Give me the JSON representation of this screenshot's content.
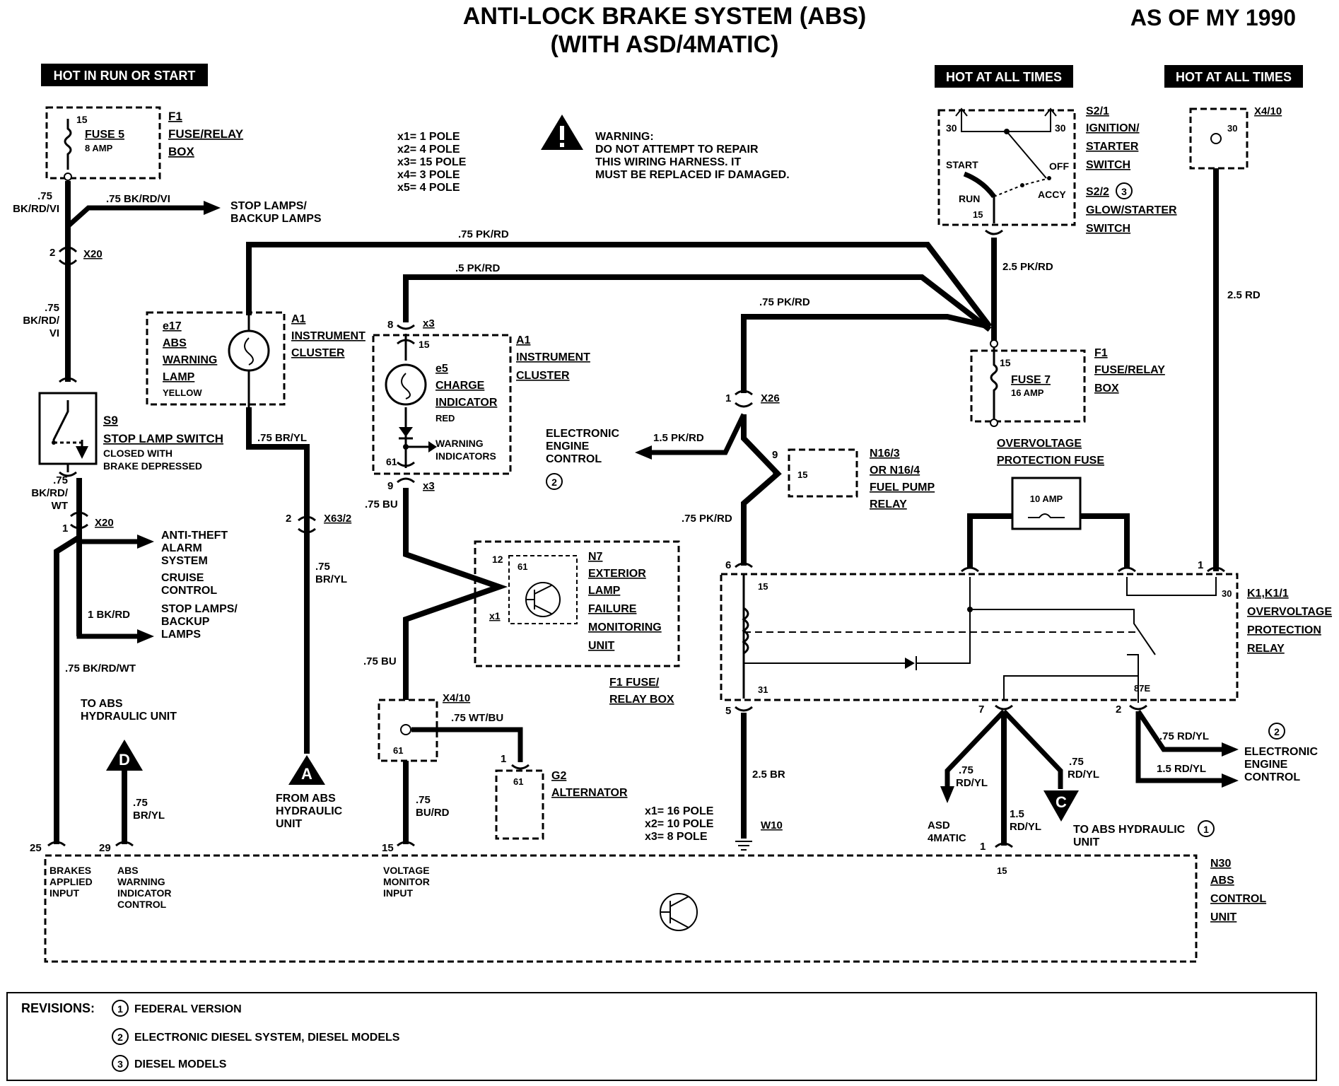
{
  "title": {
    "line1": "ANTI-LOCK BRAKE SYSTEM (ABS)",
    "line2": "(WITH ASD/4MATIC)",
    "as_of": "AS OF MY 1990"
  },
  "power_labels": {
    "run_start": "HOT IN RUN OR START",
    "all_times_1": "HOT AT ALL TIMES",
    "all_times_2": "HOT AT ALL TIMES"
  },
  "warning": {
    "title": "WARNING:",
    "line1": "DO NOT ATTEMPT TO REPAIR",
    "line2": "THIS WIRING HARNESS. IT",
    "line3": "MUST BE REPLACED IF DAMAGED."
  },
  "pole_legend_top": [
    "x1= 1 POLE",
    "x2= 4 POLE",
    "x3= 15 POLE",
    "x4= 3 POLE",
    "x5= 4 POLE"
  ],
  "pole_legend_bottom": [
    "x1= 16 POLE",
    "x2= 10 POLE",
    "x3= 8 POLE"
  ],
  "components": {
    "f1_fuse5": {
      "id": "F1",
      "desc1": "FUSE/RELAY",
      "desc2": "BOX",
      "fuse": "FUSE 5",
      "amp": "8 AMP",
      "pin": "15"
    },
    "e17": {
      "id": "e17",
      "l1": "ABS",
      "l2": "WARNING",
      "l3": "LAMP",
      "l4": "YELLOW"
    },
    "a1_left": {
      "id": "A1",
      "l1": "INSTRUMENT",
      "l2": "CLUSTER"
    },
    "e5": {
      "id": "e5",
      "l1": "CHARGE",
      "l2": "INDICATOR",
      "l3": "RED",
      "warn1": "WARNING",
      "warn2": "INDICATORS",
      "pin_top": "15",
      "pin_bot": "61"
    },
    "a1_right": {
      "id": "A1",
      "l1": "INSTRUMENT",
      "l2": "CLUSTER"
    },
    "s9": {
      "id": "S9",
      "l1": "STOP LAMP SWITCH",
      "l2": "CLOSED WITH",
      "l3": "BRAKE DEPRESSED"
    },
    "n7": {
      "id": "N7",
      "l1": "EXTERIOR",
      "l2": "LAMP",
      "l3": "FAILURE",
      "l4": "MONITORING",
      "l5": "UNIT",
      "pin12": "12",
      "pin61": "61",
      "x1": "x1",
      "box": "F1 FUSE/",
      "box2": "RELAY BOX"
    },
    "x4_10_mid": {
      "id": "X4/10",
      "pin": "61"
    },
    "g2": {
      "id": "G2",
      "l1": "ALTERNATOR",
      "pin": "61",
      "conn": "1"
    },
    "s2_1": {
      "id": "S2/1",
      "l1": "IGNITION/",
      "l2": "STARTER",
      "l3": "SWITCH",
      "s22": "S2/2",
      "l4": "GLOW/STARTER",
      "l5": "SWITCH",
      "p30a": "30",
      "p30b": "30",
      "start": "START",
      "off": "OFF",
      "run": "RUN",
      "accy": "ACCY",
      "p15": "15",
      "note": "3"
    },
    "x4_10_top": {
      "id": "X4/10",
      "pin": "30"
    },
    "f1_fuse7": {
      "id": "F1",
      "l1": "FUSE/RELAY",
      "l2": "BOX",
      "fuse": "FUSE 7",
      "amp": "16 AMP",
      "pin": "15"
    },
    "n16": {
      "l1": "N16/3",
      "l2": "OR N16/4",
      "l3": "FUEL PUMP",
      "l4": "RELAY",
      "pin": "15",
      "conn": "9"
    },
    "ov_fuse": {
      "l1": "OVERVOLTAGE",
      "l2": "PROTECTION FUSE",
      "amp": "10 AMP"
    },
    "k1": {
      "id": "K1,K1/1",
      "l1": "OVERVOLTAGE",
      "l2": "PROTECTION",
      "l3": "RELAY",
      "p15": "15",
      "p31": "31",
      "p30": "30",
      "p87e": "87E",
      "c1": "1"
    },
    "n30": {
      "id": "N30",
      "l1": "ABS",
      "l2": "CONTROL",
      "l3": "UNIT",
      "in25": "BRAKES",
      "in25b": "APPLIED",
      "in25c": "INPUT",
      "in29": "ABS",
      "in29b": "WARNING",
      "in29c": "INDICATOR",
      "in29d": "CONTROL",
      "in15": "VOLTAGE",
      "in15b": "MONITOR",
      "in15c": "INPUT",
      "p25": "25",
      "p29": "29",
      "p15": "15",
      "p15b": "15",
      "p1": "1"
    },
    "w10": {
      "id": "W10"
    }
  },
  "connectors": {
    "x20a": {
      "id": "X20",
      "pin": "2"
    },
    "x20b": {
      "id": "X20",
      "pin": "1"
    },
    "x63": {
      "id": "X63/2",
      "pin": "2"
    },
    "x3a": {
      "id": "x3",
      "pin": "8"
    },
    "x3b": {
      "id": "x3",
      "pin": "9"
    },
    "x26": {
      "id": "X26",
      "pin": "1"
    },
    "k1_6": "6",
    "k1_5": "5",
    "k1_7": "7",
    "k1_2": "2"
  },
  "wires": {
    "w_bkrdvi_a": ".75",
    "w_bkrdvi_a2": "BK/RD/VI",
    "w_stop_top": ".75 BK/RD/VI",
    "w_bkrdvi_b": ".75",
    "w_bkrdvi_b2": "BK/RD/",
    "w_bkrdvi_b3": "VI",
    "w_bkrdwt": ".75",
    "w_bkrdwt2": "BK/RD/",
    "w_bkrdwt3": "WT",
    "w_1bkrd": "1 BK/RD",
    "w_bkrdwt_long": ".75 BK/RD/WT",
    "w_pkrd_top": ".75 PK/RD",
    "w_pkrd_5": ".5 PK/RD",
    "w_pkrd_mid": ".75 PK/RD",
    "w_brl": ".75 BR/YL",
    "w_brl2a": ".75",
    "w_brl2b": "BR/YL",
    "w_bu1": ".75 BU",
    "w_bu2": ".75 BU",
    "w_wtbu": ".75 WT/BU",
    "w_burd_a": ".75",
    "w_burd_b": "BU/RD",
    "w_15pkrd": "1.5 PK/RD",
    "w_pkrd_n16": ".75 PK/RD",
    "w_25pkrd": "2.5 PK/RD",
    "w_25rd": "2.5 RD",
    "w_25br": "2.5 BR",
    "w_rdyl_a": ".75",
    "w_rdyl_a2": "RD/YL",
    "w_rdyl_b": ".75",
    "w_rdyl_b2": "RD/YL",
    "w_15rdyl": "1.5",
    "w_15rdyl2": "RD/YL",
    "w_rdyl_eec": ".75 RD/YL",
    "w_15rdyl_eec": "1.5 RD/YL",
    "w_d_a": ".75",
    "w_d_b": "BR/YL"
  },
  "destinations": {
    "stop_backup_1": "STOP LAMPS/",
    "stop_backup_1b": "BACKUP LAMPS",
    "anti_theft": "ANTI-THEFT",
    "anti_theft2": "ALARM",
    "anti_theft3": "SYSTEM",
    "cruise": "CRUISE",
    "cruise2": "CONTROL",
    "stop_backup_2": "STOP LAMPS/",
    "stop_backup_2b": "BACKUP",
    "stop_backup_2c": "LAMPS",
    "eec1": "ELECTRONIC",
    "eec1b": "ENGINE",
    "eec1c": "CONTROL",
    "eec1_note": "2",
    "eec2": "ELECTRONIC",
    "eec2b": "ENGINE",
    "eec2c": "CONTROL",
    "eec2_note": "2",
    "asd": "ASD",
    "asd2": "4MATIC",
    "to_abs_d": "TO ABS",
    "to_abs_d2": "HYDRAULIC UNIT",
    "d": "D",
    "a": "A",
    "from_abs": "FROM ABS",
    "from_abs2": "HYDRAULIC",
    "from_abs3": "UNIT",
    "c": "C",
    "to_abs_c": "TO ABS HYDRAULIC",
    "to_abs_c2": "UNIT",
    "to_abs_c_note": "1"
  },
  "revisions": {
    "label": "REVISIONS:",
    "items": [
      {
        "num": "1",
        "text": "FEDERAL VERSION"
      },
      {
        "num": "2",
        "text": "ELECTRONIC DIESEL SYSTEM, DIESEL MODELS"
      },
      {
        "num": "3",
        "text": "DIESEL MODELS"
      }
    ]
  }
}
